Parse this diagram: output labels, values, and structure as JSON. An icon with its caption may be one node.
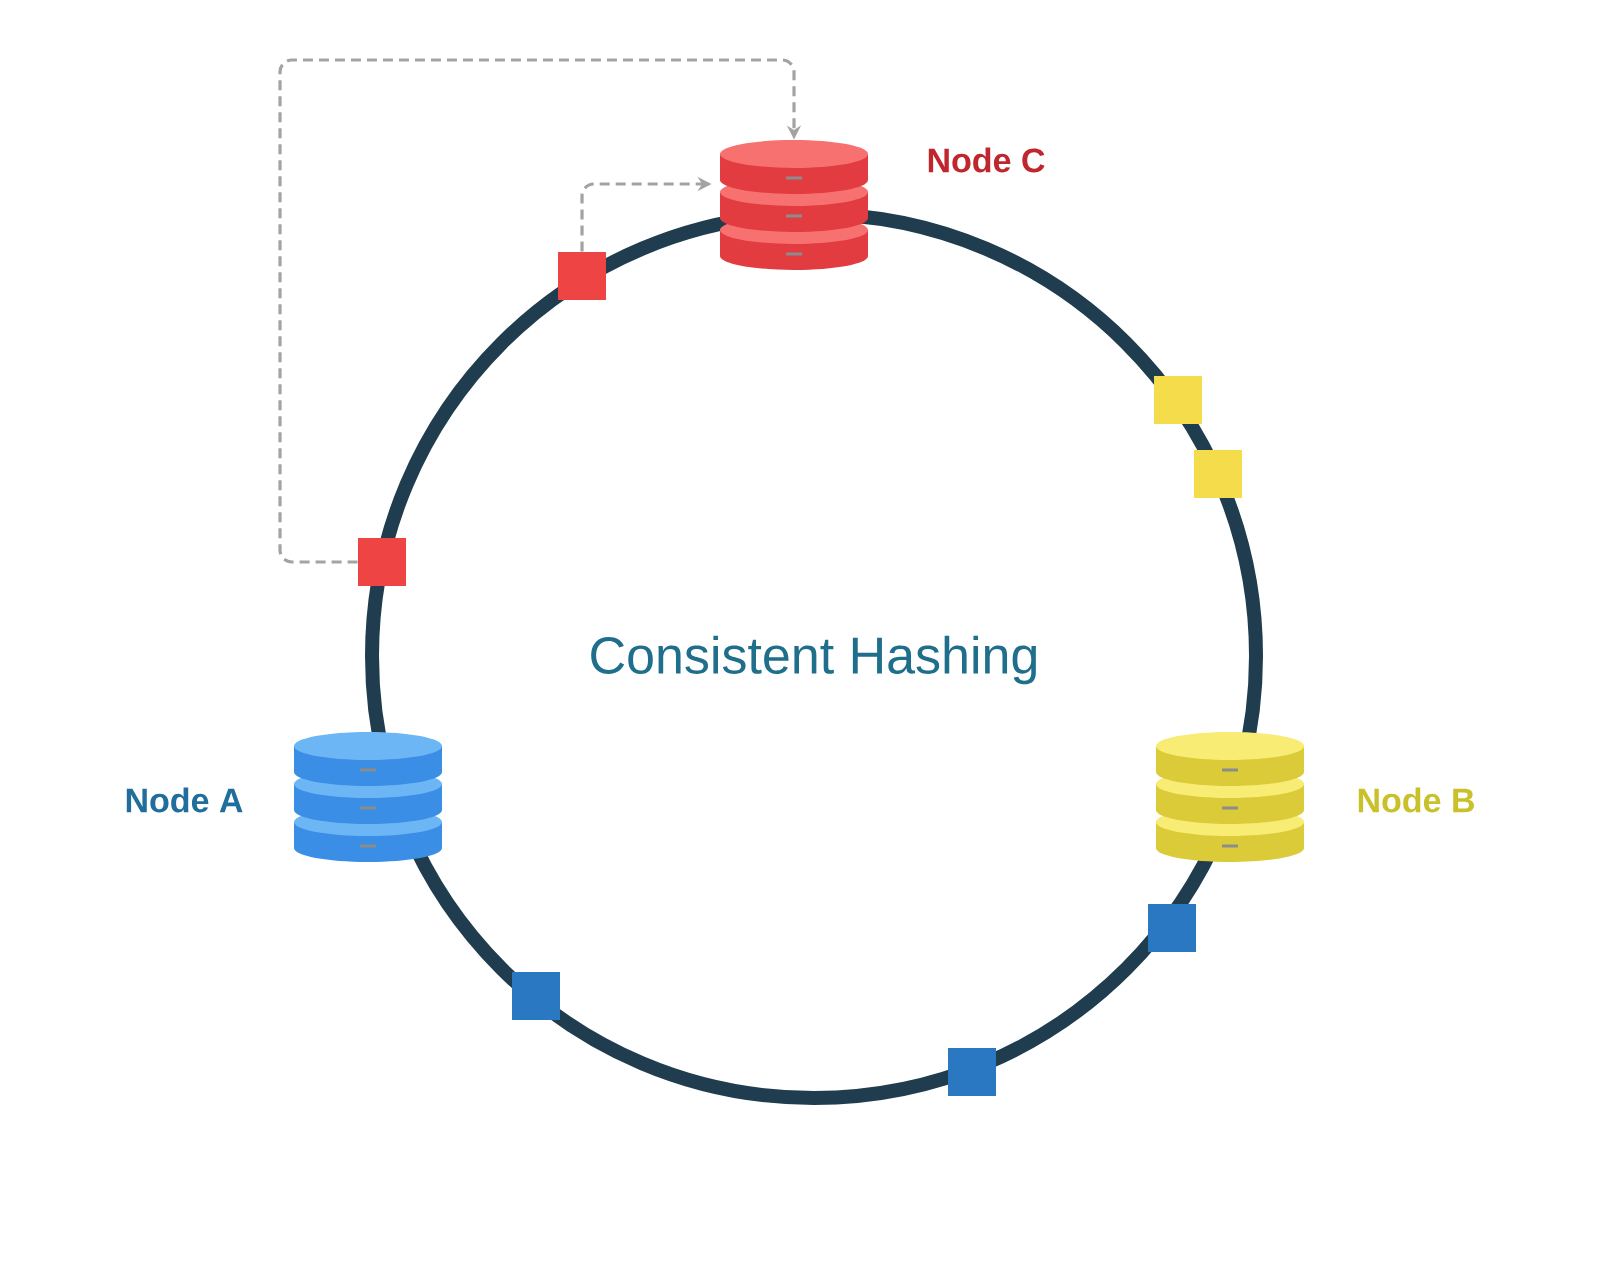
{
  "diagram": {
    "nodes": [
      {
        "text": [],
        "shape": "cylinder",
        "beside": [
          "Node C"
        ]
      },
      {
        "text": [],
        "shape": "box"
      },
      {
        "text": [],
        "shape": "box"
      },
      {
        "text": [],
        "shape": "box"
      },
      {
        "text": [],
        "shape": "box"
      },
      {
        "text": [],
        "shape": "cylinder",
        "beside": [
          "Node A"
        ]
      },
      {
        "text": [],
        "shape": "cylinder",
        "beside": [
          "Node B"
        ]
      },
      {
        "text": [],
        "shape": "box"
      },
      {
        "text": [],
        "shape": "box"
      },
      {
        "text": [],
        "shape": "box"
      }
    ],
    "edges": [
      {
        "from": 1,
        "to": 0,
        "arrow": "to",
        "style": "dashed"
      },
      {
        "from": 4,
        "to": 0,
        "arrow": "to",
        "style": "dashed"
      }
    ],
    "labels": [
      "Consistent Hashing"
    ]
  }
}
